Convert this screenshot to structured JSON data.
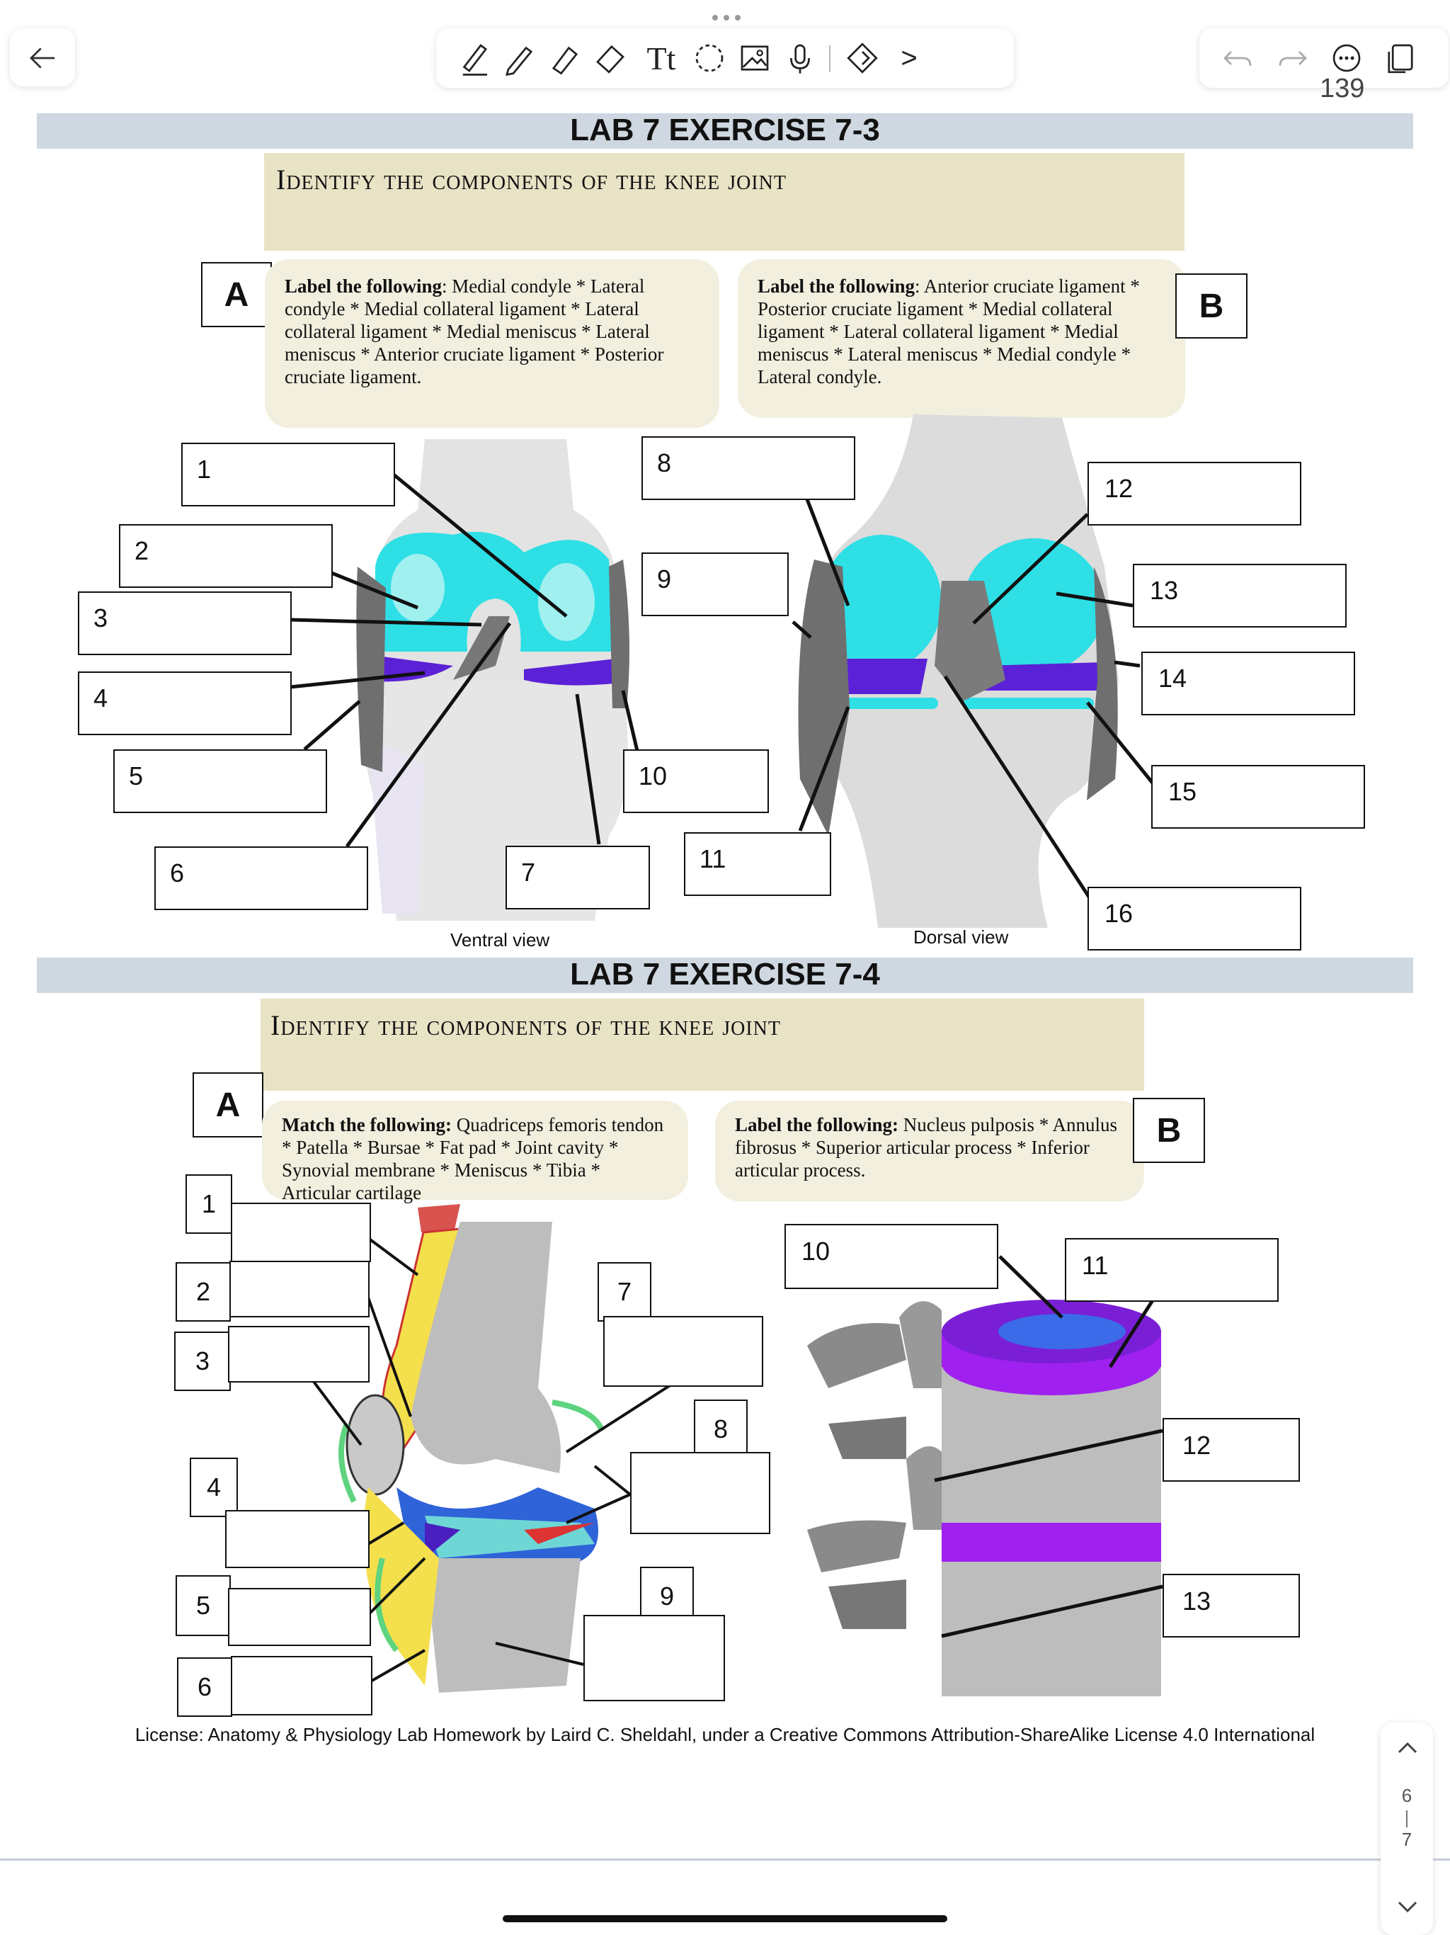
{
  "toolbar": {
    "tools": [
      "pen-tool",
      "pencil-tool",
      "highlighter-tool",
      "eraser-tool",
      "text-tool",
      "lasso-tool",
      "image-tool",
      "microphone-tool",
      "sticker-tool",
      "more-chevron"
    ],
    "text_tool_label": "Tt",
    "chevron_label": ">"
  },
  "page_number_top": "139",
  "exercise1": {
    "header": "LAB 7 EXERCISE 7-3",
    "title": "Identify the components of the knee joint",
    "panel_a_letter": "A",
    "panel_b_letter": "B",
    "instr_a_bold": "Label the following",
    "instr_a_text": ": Medial condyle * Lateral condyle * Medial collateral ligament * Lateral collateral ligament * Medial meniscus * Lateral meniscus * Anterior cruciate ligament * Posterior cruciate ligament.",
    "instr_b_bold": "Label the following",
    "instr_b_text": ": Anterior cruciate ligament * Posterior cruciate ligament * Medial collateral ligament * Lateral collateral ligament * Medial meniscus * Lateral meniscus * Medial condyle * Lateral condyle.",
    "view_a": "Ventral view",
    "view_b": "Dorsal view",
    "labels": [
      "1",
      "2",
      "3",
      "4",
      "5",
      "6",
      "7",
      "8",
      "9",
      "10",
      "11",
      "12",
      "13",
      "14",
      "15",
      "16"
    ]
  },
  "exercise2": {
    "header": "LAB 7 EXERCISE 7-4",
    "title": "Identify the components of the knee joint",
    "panel_a_letter": "A",
    "panel_b_letter": "B",
    "instr_a_bold": "Match the following:",
    "instr_a_text": " Quadriceps femoris tendon * Patella * Bursae * Fat pad * Joint cavity * Synovial membrane * Meniscus * Tibia * Articular cartilage",
    "instr_b_bold": "Label the following:",
    "instr_b_text": " Nucleus pulposis * Annulus fibrosus * Superior articular process * Inferior articular process.",
    "labels": [
      "1",
      "2",
      "3",
      "4",
      "5",
      "6",
      "7",
      "8",
      "9",
      "10",
      "11",
      "12",
      "13"
    ]
  },
  "license": "License: Anatomy & Physiology Lab Homework by Laird C. Sheldahl, under a Creative Commons Attribution-ShareAlike License 4.0 International",
  "page_nav": {
    "current": "6",
    "total": "7",
    "up": "^",
    "down": "v"
  },
  "colors": {
    "cyan": "#2edfe6",
    "purple": "#5b21d6",
    "bone": "#dedede",
    "ligament": "#6f6f6f",
    "beige": "#e9e3c6",
    "header_bar": "#cfd8e1"
  }
}
